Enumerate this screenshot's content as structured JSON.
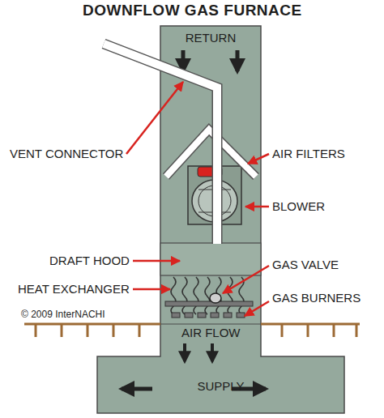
{
  "diagram": {
    "title": "DOWNFLOW GAS FURNACE",
    "nodes": [
      {
        "text": [
          "RETURN"
        ]
      },
      {
        "text": [
          "SUPPLY"
        ]
      }
    ],
    "labels": [
      "VENT CONNECTOR",
      "AIR FILTERS",
      "BLOWER",
      "DRAFT HOOD",
      "GAS VALVE",
      "HEAT EXCHANGER",
      "GAS BURNERS",
      "AIR FLOW",
      "© 2009 InterNACHI"
    ]
  }
}
